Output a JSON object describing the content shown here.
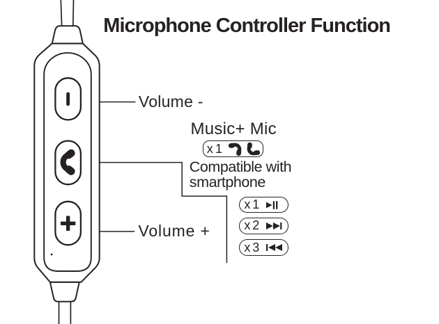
{
  "title": "Microphone Controller Function",
  "labels": {
    "volume_minus": "Volume -",
    "volume_plus": "Volume +",
    "music_mic": "Music+ Mic",
    "compatible_line1": "Compatible with",
    "compatible_line2": "smartphone"
  },
  "call_box": {
    "presses": "x 1",
    "icons": [
      "phone-answer-icon",
      "phone-end-icon"
    ]
  },
  "action_boxes": [
    {
      "presses": "x 1",
      "icon": "play-pause-icon"
    },
    {
      "presses": "x 2",
      "icon": "next-track-icon"
    },
    {
      "presses": "x 3",
      "icon": "previous-track-icon"
    }
  ],
  "device": {
    "name": "in-line microphone controller",
    "buttons": [
      {
        "name": "volume-down-button",
        "glyph": "bar-icon"
      },
      {
        "name": "call-button",
        "glyph": "phone-handset-icon"
      },
      {
        "name": "volume-up-button",
        "glyph": "plus-icon"
      }
    ]
  },
  "colors": {
    "ink": "#262223",
    "background": "#ffffff"
  }
}
